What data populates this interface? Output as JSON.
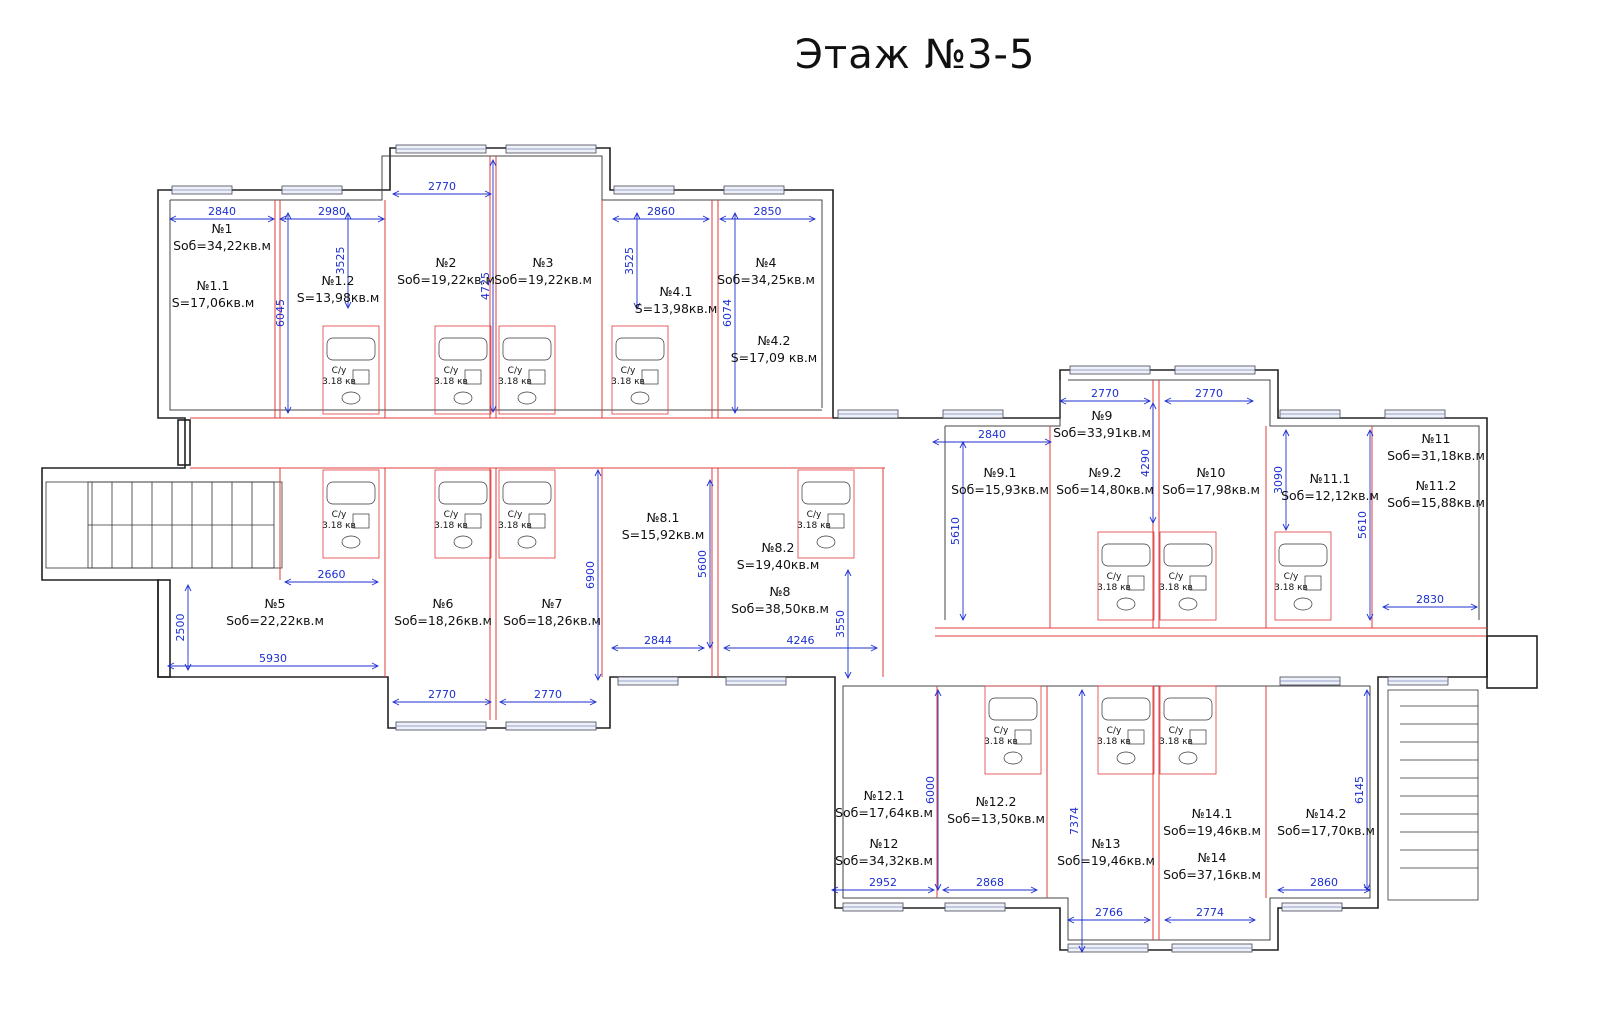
{
  "title": "Этаж №3-5",
  "rooms": [
    {
      "lines": [
        "№1",
        "Sоб=34,22кв.м"
      ]
    },
    {
      "lines": [
        "№1.1",
        "S=17,06кв.м"
      ]
    },
    {
      "lines": [
        "№1.2",
        "S=13,98кв.м"
      ]
    },
    {
      "lines": [
        "№2",
        "Sоб=19,22кв.м"
      ]
    },
    {
      "lines": [
        "№3",
        "Sоб=19,22кв.м"
      ]
    },
    {
      "lines": [
        "№4.1",
        "S=13,98кв.м"
      ]
    },
    {
      "lines": [
        "№4",
        "Sоб=34,25кв.м"
      ]
    },
    {
      "lines": [
        "№4.2",
        "S=17,09 кв.м"
      ]
    },
    {
      "lines": [
        "№5",
        "Sоб=22,22кв.м"
      ]
    },
    {
      "lines": [
        "№6",
        "Sоб=18,26кв.м"
      ]
    },
    {
      "lines": [
        "№7",
        "Sоб=18,26кв.м"
      ]
    },
    {
      "lines": [
        "№8.1",
        "S=15,92кв.м"
      ]
    },
    {
      "lines": [
        "№8.2",
        "S=19,40кв.м"
      ]
    },
    {
      "lines": [
        "№8",
        "Sоб=38,50кв.м"
      ]
    },
    {
      "lines": [
        "№9",
        "Sоб=33,91кв.м"
      ]
    },
    {
      "lines": [
        "№9.1",
        "Sоб=15,93кв.м"
      ]
    },
    {
      "lines": [
        "№9.2",
        "Sоб=14,80кв.м"
      ]
    },
    {
      "lines": [
        "№10",
        "Sоб=17,98кв.м"
      ]
    },
    {
      "lines": [
        "№11.1",
        "Sоб=12,12кв.м"
      ]
    },
    {
      "lines": [
        "№11",
        "Sоб=31,18кв.м"
      ]
    },
    {
      "lines": [
        "№11.2",
        "Sоб=15,88кв.м"
      ]
    },
    {
      "lines": [
        "№12.1",
        "Sоб=17,64кв.м"
      ]
    },
    {
      "lines": [
        "№12",
        "Sоб=34,32кв.м"
      ]
    },
    {
      "lines": [
        "№12.2",
        "Sоб=13,50кв.м"
      ]
    },
    {
      "lines": [
        "№13",
        "Sоб=19,46кв.м"
      ]
    },
    {
      "lines": [
        "№14.1",
        "Sоб=19,46кв.м"
      ]
    },
    {
      "lines": [
        "№14",
        "Sоб=37,16кв.м"
      ]
    },
    {
      "lines": [
        "№14.2",
        "Sоб=17,70кв.м"
      ]
    }
  ],
  "dimensions": [
    "2840",
    "2980",
    "3525",
    "6045",
    "2770",
    "4725",
    "2860",
    "3525",
    "6074",
    "2850",
    "2660",
    "2500",
    "5930",
    "2770",
    "2770",
    "6900",
    "5600",
    "2844",
    "3550",
    "4246",
    "2770",
    "2770",
    "2840",
    "5610",
    "4290",
    "3090",
    "5610",
    "2830",
    "6000",
    "2952",
    "2868",
    "7374",
    "2766",
    "2774",
    "6145",
    "2860"
  ],
  "bathroom": {
    "label": "С/у",
    "area": "3.18 кв"
  }
}
